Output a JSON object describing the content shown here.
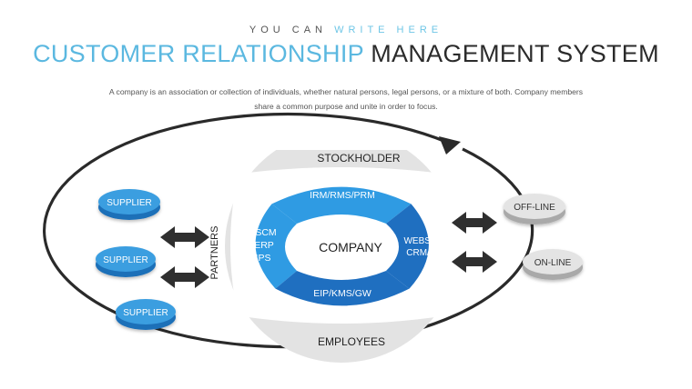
{
  "header": {
    "kicker_part1": "YOU CAN",
    "kicker_part2": "WRITE HERE",
    "title_part1": "CUSTOMER RELATIONSHIP",
    "title_part2": "MANAGEMENT SYSTEM",
    "description": "A company is an association or collection of individuals, whether natural persons, legal persons, or a mixture of both. Company members share a common purpose and unite in order to focus."
  },
  "diagram": {
    "center_label": "COMPANY",
    "ring_segments": {
      "top": "IRM/RMS/PRM",
      "left": [
        "SCM",
        "ERP",
        "IPS"
      ],
      "right": [
        "WEBSITE",
        "CRM/CP"
      ],
      "bottom": "EIP/KMS/GW"
    },
    "outer_bands": {
      "top": "STOCKHOLDER",
      "left": "PARTNERS",
      "bottom": "EMPLOYEES"
    },
    "left_nodes": [
      "SUPPLIER",
      "SUPPLIER",
      "SUPPLIER"
    ],
    "right_nodes": [
      "OFF-LINE",
      "ON-LINE"
    ],
    "colors": {
      "ring_dark": "#1f6fc0",
      "ring_light": "#2f9be3",
      "band_gray": "#e3e3e3",
      "node_blue": "#3b9ee0",
      "node_gray": "#e4e4e4",
      "accent": "#5bb8e0",
      "arrow": "#2f2f2f"
    }
  }
}
